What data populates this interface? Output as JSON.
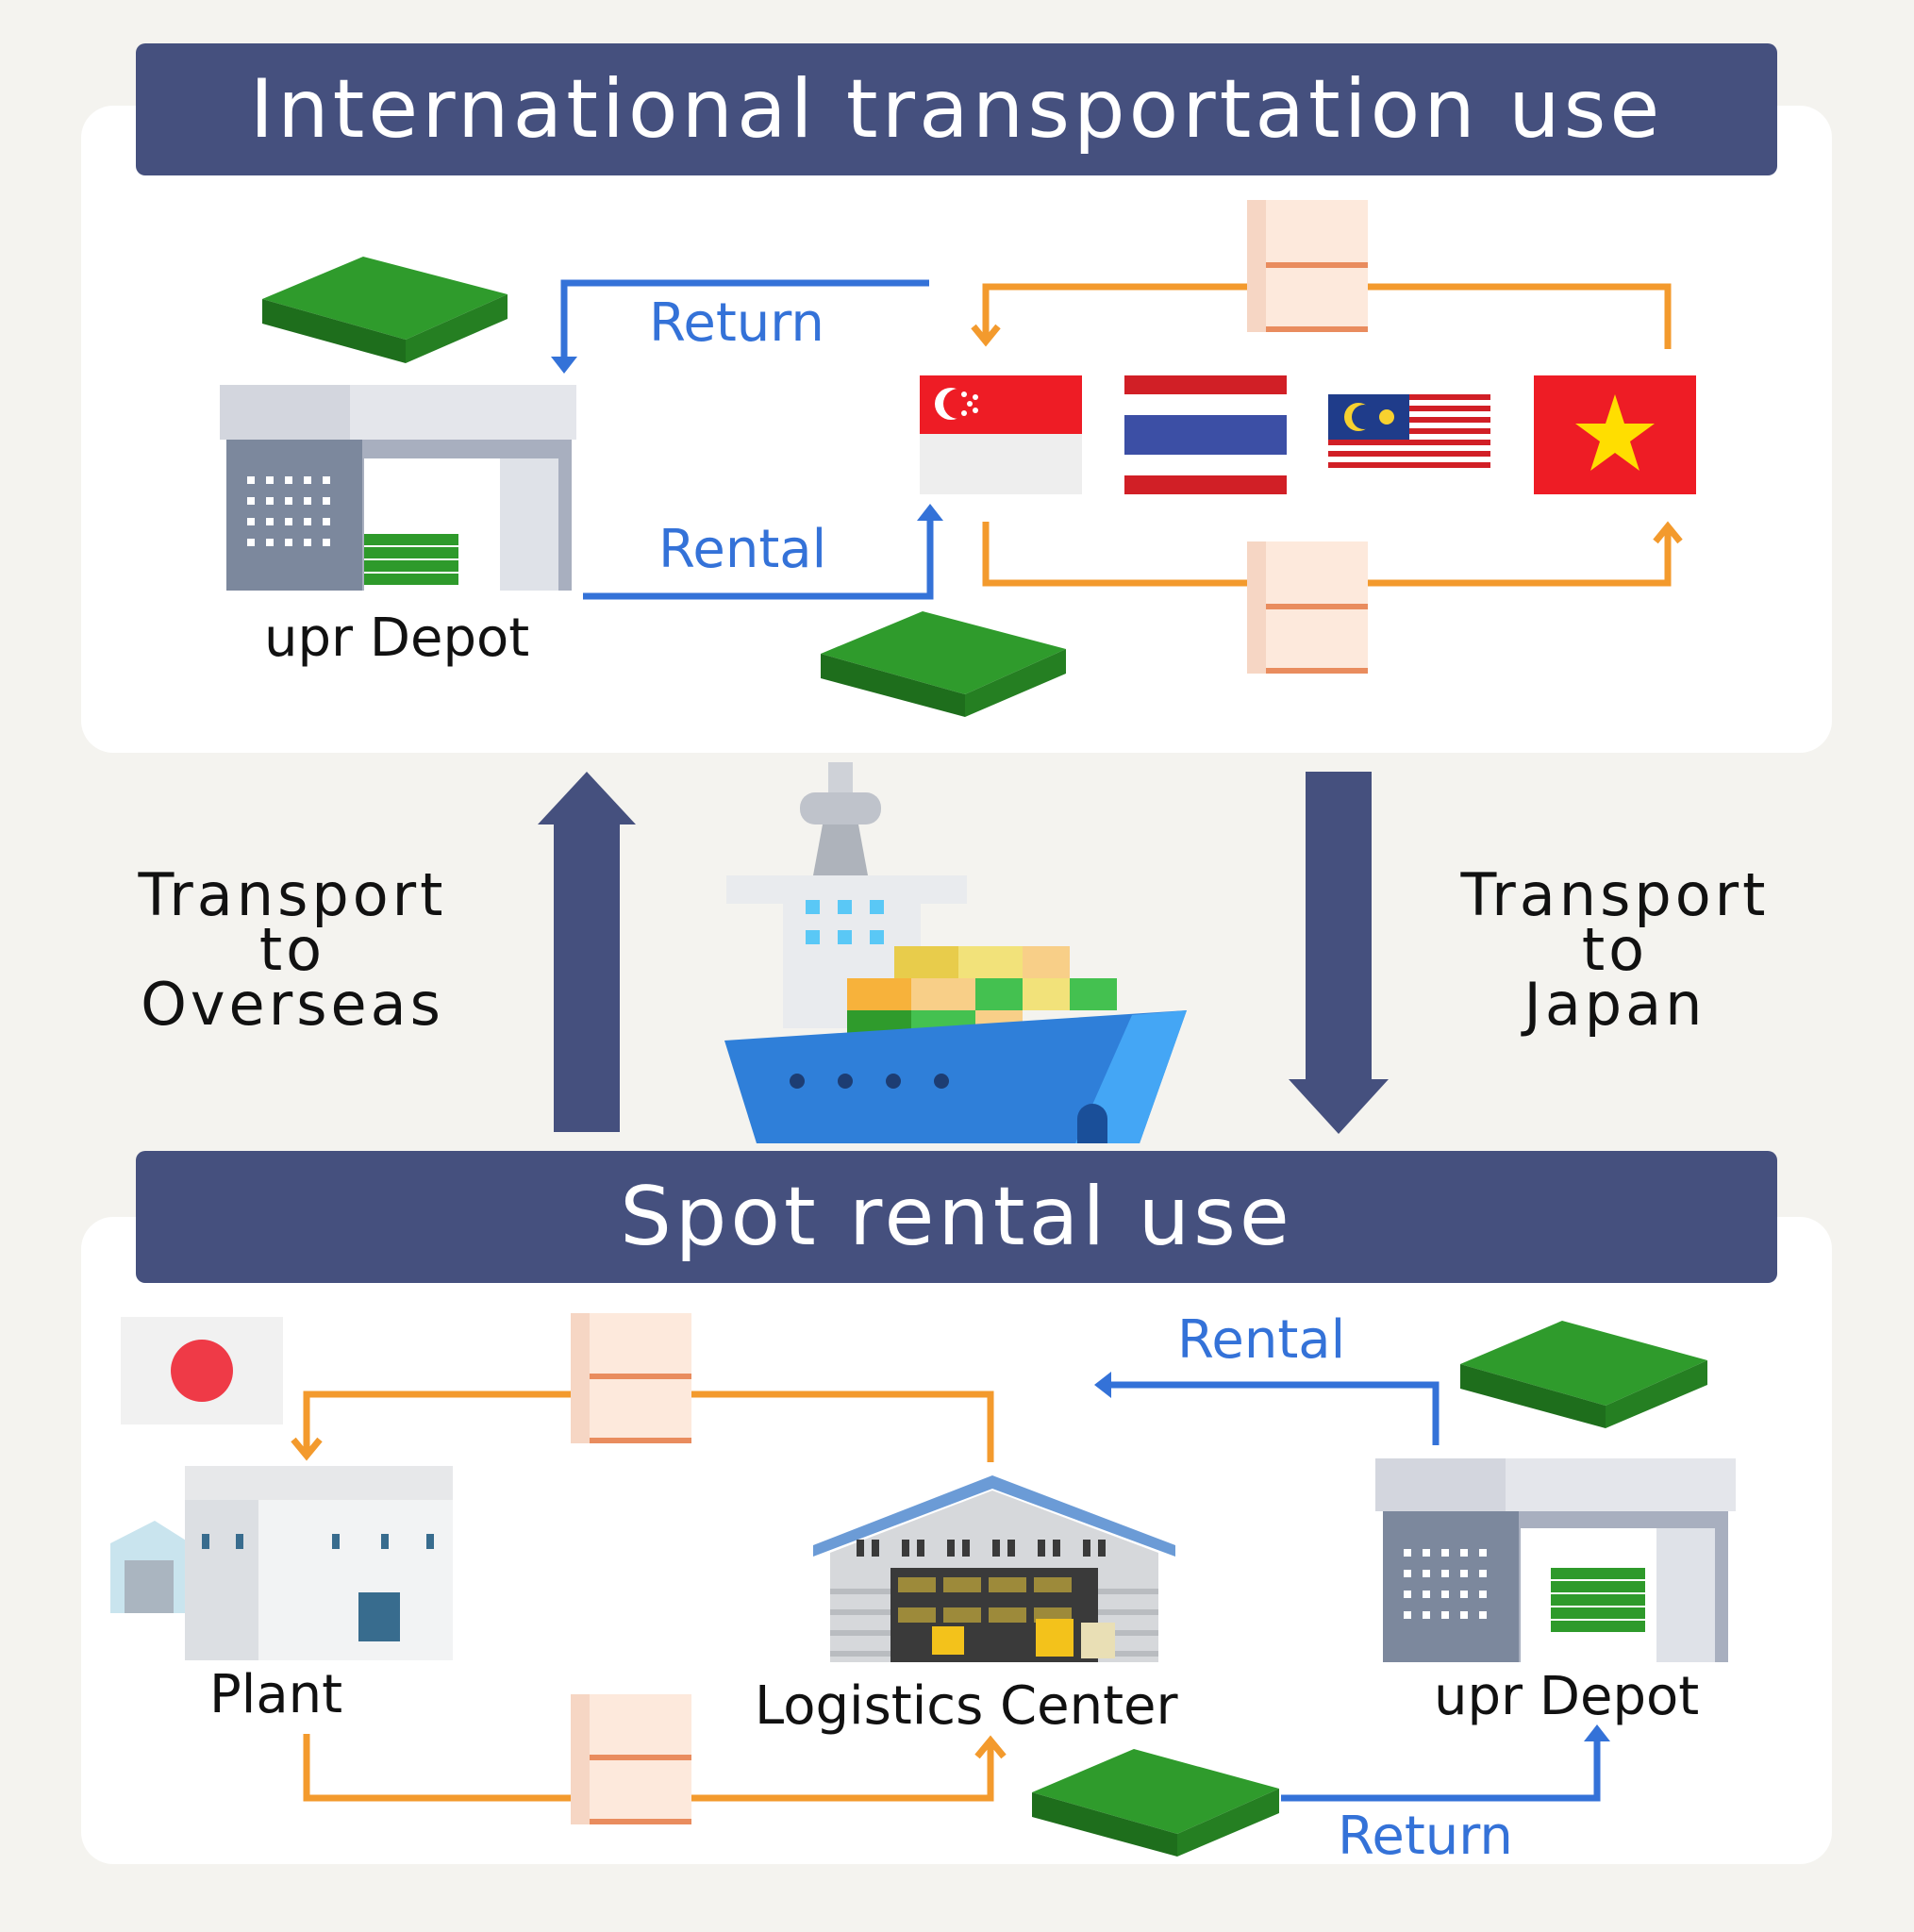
{
  "colors": {
    "navy": "#45507e",
    "blue_arrow": "#3472d8",
    "orange_arrow": "#f39a2d",
    "pallet_green": "#2e9a2b",
    "panel_bg": "#ffffff",
    "page_bg": "#f4f3ef"
  },
  "international": {
    "title": "International transportation use",
    "return_label": "Return",
    "rental_label": "Rental",
    "depot_label": "upr Depot",
    "flags": [
      "singapore-flag-icon",
      "thailand-flag-icon",
      "malaysia-flag-icon",
      "vietnam-flag-icon"
    ]
  },
  "transport": {
    "overseas": {
      "line1": "Transport",
      "line2": "to",
      "line3": "Overseas"
    },
    "japan": {
      "line1": "Transport",
      "line2": "to",
      "line3": "Japan"
    }
  },
  "spot": {
    "title": "Spot rental use",
    "rental_label": "Rental",
    "return_label": "Return",
    "plant_label": "Plant",
    "logistics_label": "Logistics Center",
    "depot_label": "upr Depot",
    "flags": [
      "japan-flag-icon"
    ]
  }
}
